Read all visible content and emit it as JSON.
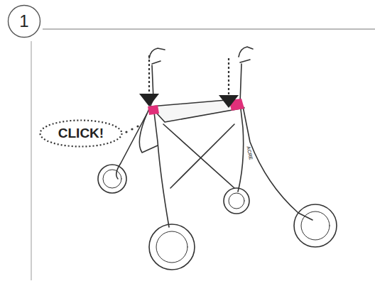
{
  "diagram": {
    "nodes": [
      {
        "text": [
          "1"
        ]
      },
      {
        "text": [
          "CLICK!"
        ]
      }
    ],
    "labels": [
      "ACRE"
    ]
  }
}
